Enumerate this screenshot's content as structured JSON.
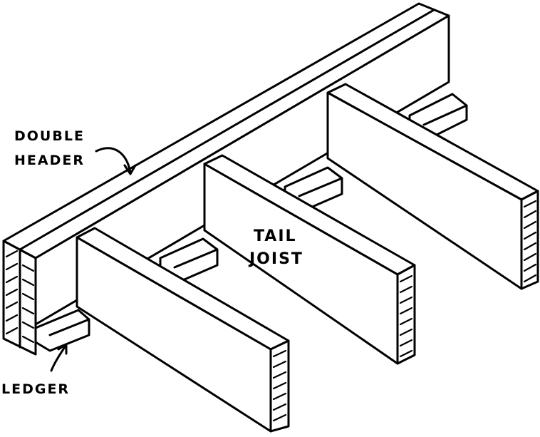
{
  "labels": {
    "double_header_line1": "DOUBLE",
    "double_header_line2": "HEADER",
    "tail_joist_line1": "TAIL",
    "tail_joist_line2": "JOIST",
    "ledger": "LEDGER"
  },
  "colors": {
    "ink": "#000000",
    "paper": "#ffffff"
  },
  "components": [
    "double-header",
    "tail-joist",
    "tail-joist",
    "tail-joist",
    "ledger"
  ]
}
